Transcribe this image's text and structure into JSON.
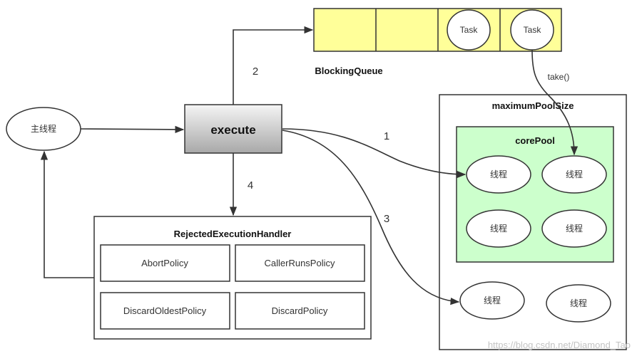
{
  "nodes": {
    "main_thread": "主线程",
    "execute": "execute",
    "blocking_queue": "BlockingQueue",
    "task": "Task",
    "maximum_pool_size": "maximumPoolSize",
    "core_pool": "corePool",
    "thread": "线程",
    "rejected_handler": "RejectedExecutionHandler",
    "abort_policy": "AbortPolicy",
    "caller_runs_policy": "CallerRunsPolicy",
    "discard_oldest_policy": "DiscardOldestPolicy",
    "discard_policy": "DiscardPolicy"
  },
  "edges": {
    "step_1": "1",
    "step_2": "2",
    "step_3": "3",
    "step_4": "4",
    "take": "take()"
  },
  "watermark": "https://blog.csdn.net/Diamond_Tao",
  "colors": {
    "queue_fill": "#ffff99",
    "core_fill": "#ccffcc",
    "execute_top": "#f5f5f5",
    "execute_bottom": "#a8a8a8",
    "stroke": "#333333"
  }
}
